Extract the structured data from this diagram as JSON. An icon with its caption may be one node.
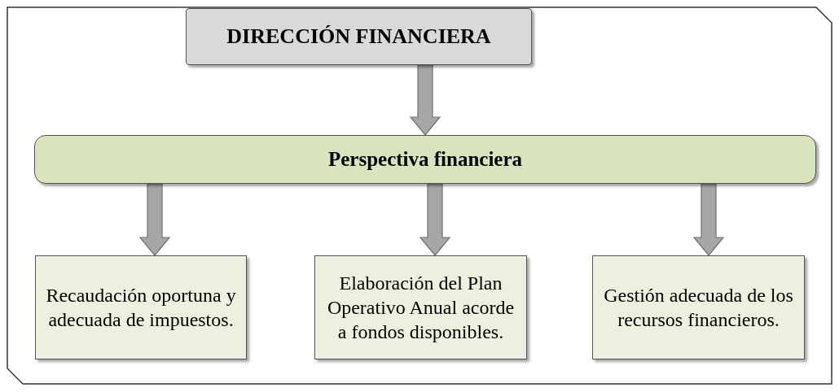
{
  "diagram": {
    "nodes": [
      {
        "text": [
          "DIRECCIÓN FINANCIERA"
        ]
      },
      {
        "text": [
          "Perspectiva financiera"
        ]
      },
      {
        "text": [
          "Recaudación oportuna y adecuada de impuestos."
        ]
      },
      {
        "text": [
          "Elaboración del Plan Operativo Anual acorde a fondos disponibles."
        ]
      },
      {
        "text": [
          "Gestión adecuada de los recursos financieros."
        ]
      }
    ],
    "edges": [
      {
        "from": 0,
        "to": 1,
        "arrow": "to"
      },
      {
        "from": 1,
        "to": 2,
        "arrow": "to"
      },
      {
        "from": 1,
        "to": 3,
        "arrow": "to"
      },
      {
        "from": 1,
        "to": 4,
        "arrow": "to"
      }
    ]
  }
}
